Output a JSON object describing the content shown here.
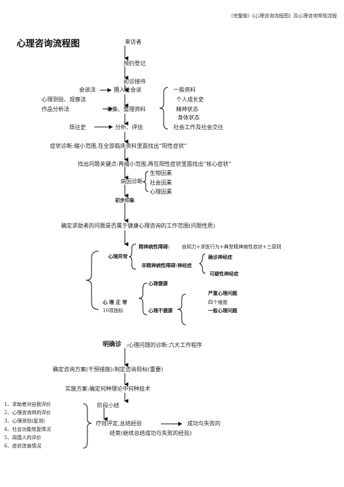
{
  "header": "(完整版)《心理咨询流程图》及心理咨询常规流程",
  "title": "心理咨询流程图",
  "flow": {
    "visitor": "来访者",
    "appointment": "预约登记",
    "intake": "初诊接待",
    "interview": "会谈法",
    "interview_collect": "摄入性会谈",
    "test_obs": "心理测验、观察法",
    "collect": "收集、整理资料",
    "works": "作品分析法",
    "history": "既往史",
    "analysis": "分析、评估",
    "general_info": "一般资料",
    "personal_history": "个人成长史",
    "mental_state": "精神状态",
    "physical_state": "身体状态",
    "social_work": "社会工作及社会交往",
    "symptom_diag": "症状诊断:缩小范围,在全部临床资料里面找出“阳性症状”",
    "key_point": "找出问题关键点:再缩小范围,再在阳性症状里面找出“核心症状”",
    "cause": "病因诊断",
    "bio": "生物因素",
    "social": "社会因素",
    "psych": "心理因素",
    "initial": "初步印象",
    "determine": "确定求助者的问题是否属于健康心理咨询的工作范围(问题性质)",
    "abnormal": "心理异常",
    "psychotic": "精神病性障碍:",
    "psychotic_desc": "自知力+求医行为+典型精神病性症状+三原则",
    "neurosis": "确诊神经症",
    "nonpsychotic": "非精神病性障碍:神经症",
    "possible_neurosis": "可疑性神经症",
    "normal": "心 理 正 常",
    "ten_std": "10项指标",
    "healthy": "心理健康",
    "unhealthy": "心理不健康",
    "serious": "严重心理问题",
    "four_dim": "四个维度",
    "general_problem": "一般心理问题",
    "clear_diag_label": "明确诊",
    "clear_diag_desc": ":心理问题的诊断:六大工作程序",
    "plan": "确定咨询方案(干预措施):制定咨询目标(重要)",
    "implement": "实施方案:确定何种理论中何种技术",
    "stage": "阶段小结",
    "evaluate": "疗效评定,总结经验",
    "success_fail": "成功与失败的",
    "end": "结束(继续总结成功与失败的经验)"
  },
  "steps": [
    "1、求助者对自我评价",
    "2、心理咨询师的评价",
    "3、心理测验(复测)",
    "4、社会功能恢复情况",
    "5、周围人的评价",
    "6、症状改善情况"
  ]
}
